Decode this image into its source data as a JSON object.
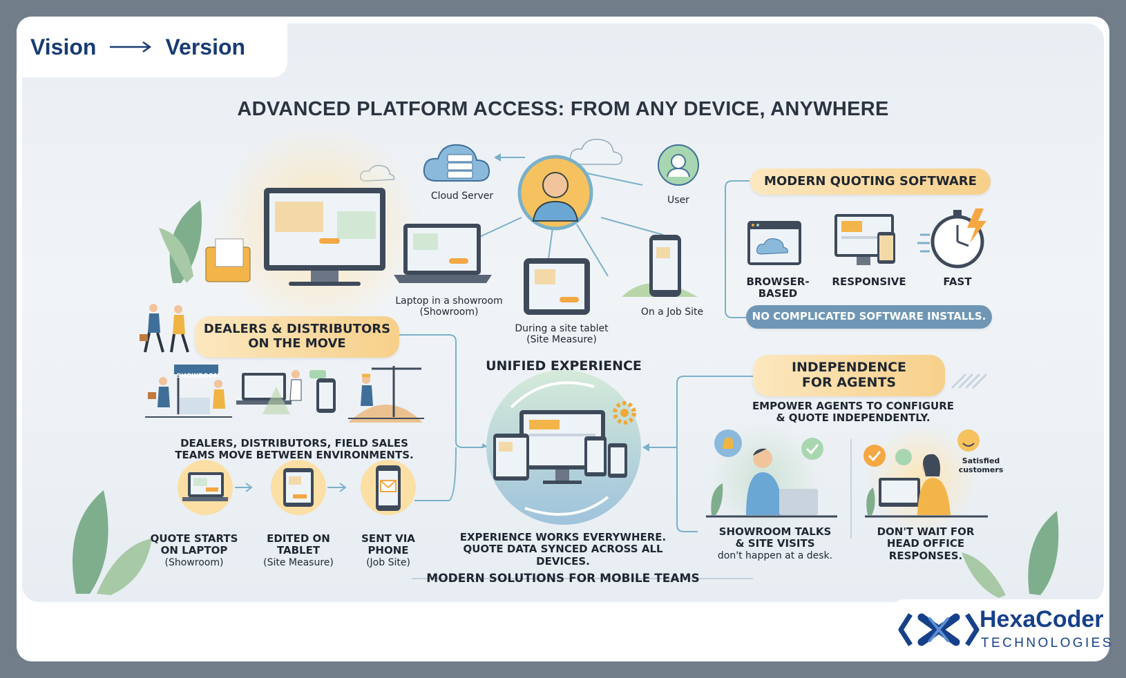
{
  "header": {
    "from": "Vision",
    "to": "Version"
  },
  "title": "ADVANCED PLATFORM ACCESS: FROM ANY DEVICE, ANYWHERE",
  "hub": {
    "cloud_server": "Cloud Server",
    "user": "User",
    "laptop": [
      "Laptop in a showroom",
      "(Showroom)"
    ],
    "tablet": [
      "During a site tablet",
      "(Site Measure)"
    ],
    "phone": "On a Job Site"
  },
  "dealers": {
    "heading": [
      "DEALERS & DISTRIBUTORS",
      "ON THE MOVE"
    ],
    "showroom_sign": "SHOWROOM",
    "caption": [
      "DEALERS, DISTRIBUTORS, FIELD SALES",
      "TEAMS MOVE BETWEEN ENVIRONMENTS."
    ],
    "flow": [
      {
        "lines": [
          "QUOTE STARTS",
          "ON LAPTOP"
        ],
        "sub": "(Showroom)"
      },
      {
        "lines": [
          "EDITED ON",
          "TABLET"
        ],
        "sub": "(Site Measure)"
      },
      {
        "lines": [
          "SENT VIA",
          "PHONE"
        ],
        "sub": "(Job Site)"
      }
    ]
  },
  "unified": {
    "heading": "UNIFIED EXPERIENCE",
    "caption": [
      "EXPERIENCE WORKS EVERYWHERE.",
      "QUOTE DATA SYNCED ACROSS ALL DEVICES."
    ],
    "footer": "MODERN SOLUTIONS FOR MOBILE TEAMS"
  },
  "quoting": {
    "heading": "MODERN QUOTING SOFTWARE",
    "features": [
      "BROWSER-BASED",
      "RESPONSIVE",
      "FAST"
    ],
    "note": "NO COMPLICATED SOFTWARE INSTALLS."
  },
  "agents": {
    "heading": [
      "INDEPENDENCE",
      "FOR AGENTS"
    ],
    "caption": [
      "EMPOWER AGENTS TO CONFIGURE",
      "& QUOTE INDEPENDENTLY."
    ],
    "satisfied": [
      "Satisfied",
      "customers"
    ],
    "left": {
      "lines": [
        "SHOWROOM TALKS",
        "& SITE VISITS"
      ],
      "sub": "don't happen at a desk."
    },
    "right": {
      "lines": [
        "DON'T WAIT FOR",
        "HEAD OFFICE",
        "RESPONSES."
      ]
    }
  },
  "brand": {
    "name": "HexaCoder",
    "tagline": "TECHNOLOGIES"
  },
  "colors": {
    "navy": "#183b73",
    "accent_orange": "#f4a742",
    "pill_gold": "#f7d08a",
    "sky": "#6aa7d4",
    "note_blue": "#6f97b5"
  }
}
